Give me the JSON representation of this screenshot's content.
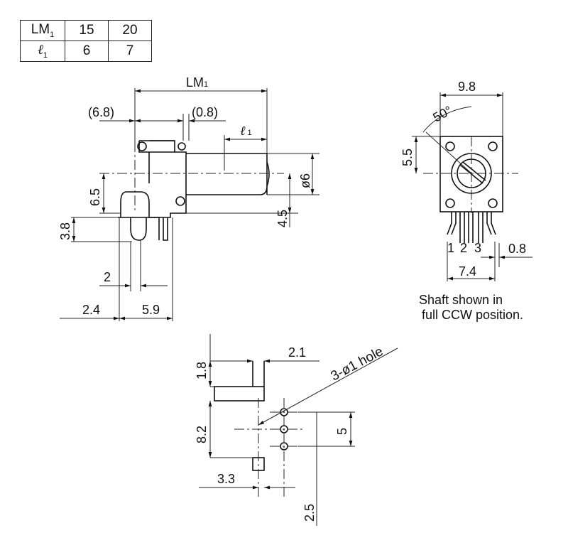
{
  "table": {
    "header_row": {
      "label": "LM",
      "label_sub": "1",
      "values": [
        "15",
        "20"
      ]
    },
    "second_row": {
      "label": "ℓ",
      "label_sub": "1",
      "values": [
        "6",
        "7"
      ]
    }
  },
  "side_view": {
    "lm_label": "LM",
    "lm_sub": "1",
    "dim_6_8": "(6.8)",
    "dim_0_8": "(0.8)",
    "l1_label": "ℓ",
    "l1_sub": "1",
    "dia_6": "ø6",
    "dim_6_5": "6.5",
    "dim_4_5": "4.5",
    "dim_3_8": "3.8",
    "dim_2": "2",
    "dim_2_4": "2.4",
    "dim_5_9": "5.9"
  },
  "front_view": {
    "dim_9_8": "9.8",
    "angle_50": "50°",
    "dim_5_5": "5.5",
    "pin_1": "1",
    "pin_2": "2",
    "pin_3": "3",
    "dim_0_8": "0.8",
    "dim_7_4": "7.4",
    "note_line1": "Shaft shown in",
    "note_line2": "full CCW position."
  },
  "pcb_layout": {
    "dim_1_8": "1.8",
    "dim_2_1": "2.1",
    "hole_label": "3-ø1 hole",
    "dim_8_2": "8.2",
    "dim_5": "5",
    "dim_3_3": "3.3",
    "dim_2_5": "2.5"
  }
}
